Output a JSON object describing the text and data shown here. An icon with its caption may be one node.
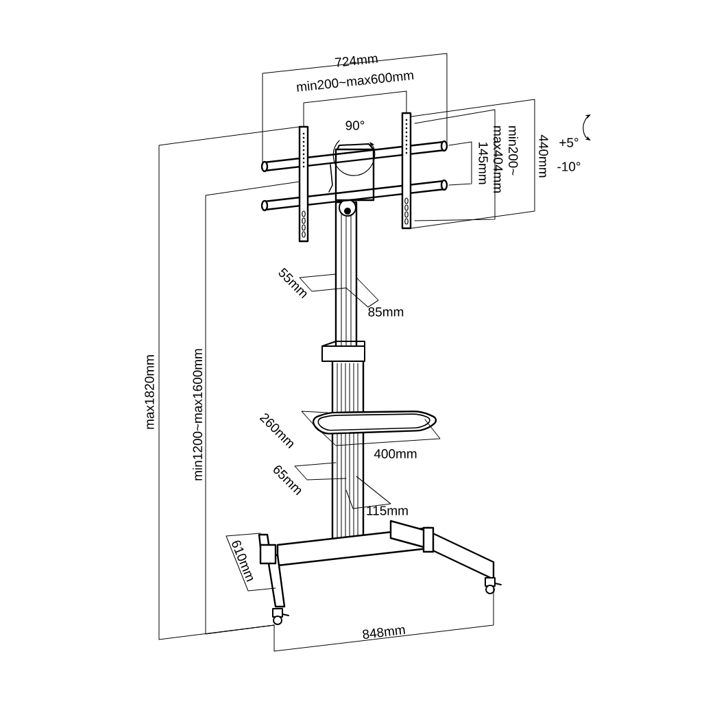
{
  "diagram": {
    "labels": [
      "724mm",
      "min200~max600mm",
      "90°",
      "145mm",
      "min200~ max404mm",
      "440mm",
      "+5°",
      "-10°",
      "max1820mm",
      "min1200~max1600mm",
      "55mm",
      "85mm",
      "260mm",
      "400mm",
      "65mm",
      "115mm",
      "610mm",
      "848mm"
    ]
  }
}
